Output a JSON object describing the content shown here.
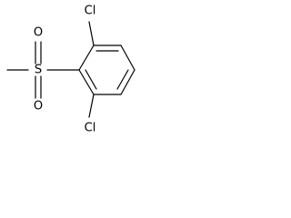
{
  "molecule": {
    "atoms": {
      "cl_top": "Cl",
      "cl_bottom": "Cl",
      "s": "S",
      "o_top": "O",
      "o_bottom": "O"
    }
  }
}
